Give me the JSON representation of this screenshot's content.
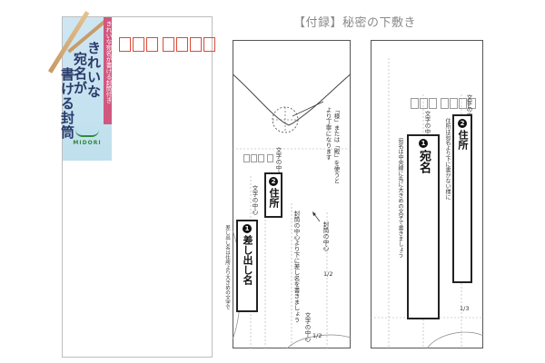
{
  "caption": "【付録】秘密の下敷き",
  "product": {
    "ribbon_text": "きれいな宛名が書ける封筒付き",
    "title_col1": "きれいな",
    "title_col2": "宛名が",
    "title_col3": "書ける封筒",
    "brand": "MIDORI",
    "colors": {
      "band": "#c7e3f0",
      "ribbon": "#d0587f",
      "zip": "#d94c3a",
      "brand": "#2f8a3a"
    }
  },
  "sheet_left": {
    "note_col1": "「様」または「殿」を使うと",
    "note_col2": "より丁寧になります",
    "center_label_1": "文字の中心",
    "center_label_2": "文字の中心",
    "center_label_3": "文字の中心",
    "address_num": "2",
    "address_label": "住所",
    "sender_num": "1",
    "sender_label": "差し出し名",
    "sender_note": "差し出し名は住所より大きめの文字で",
    "guide_text": "封筒の中心より下に差し名を書きましょう",
    "seal_guide": "封筒の中心",
    "frac_half": "1/2"
  },
  "sheet_right": {
    "center_label_1": "文字の中心",
    "center_label_2": "文字の中心",
    "address_num": "2",
    "address_label": "住所",
    "address_note": "住所は宛名より下に書かない様に",
    "recipient_num": "1",
    "recipient_label": "宛名",
    "recipient_note": "宛名は中央線に先に大きめの文字で書きましょう",
    "frac_third": "1/3"
  }
}
